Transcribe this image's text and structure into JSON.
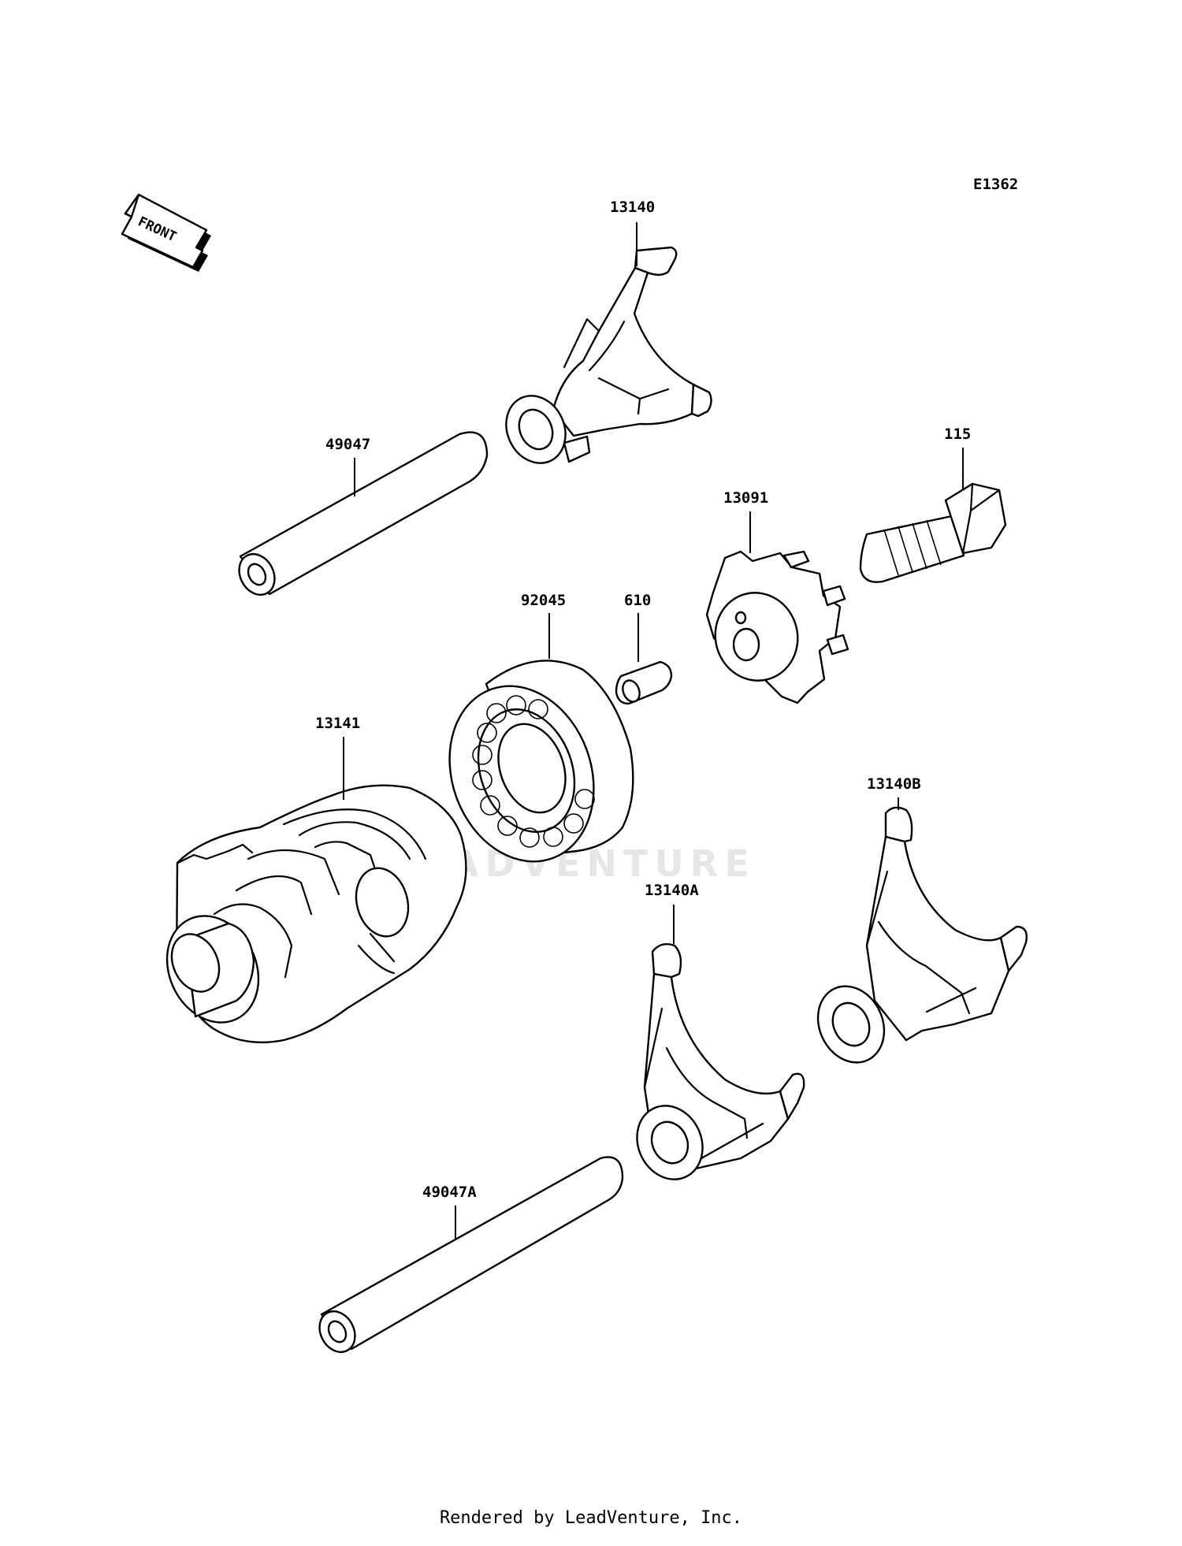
{
  "diagram": {
    "code": "E1362",
    "front_label": "FRONT",
    "watermark": "LEADVENTURE",
    "parts": [
      {
        "ref": "13140"
      },
      {
        "ref": "49047"
      },
      {
        "ref": "115"
      },
      {
        "ref": "13091"
      },
      {
        "ref": "92045"
      },
      {
        "ref": "610"
      },
      {
        "ref": "13141"
      },
      {
        "ref": "13140B"
      },
      {
        "ref": "13140A"
      },
      {
        "ref": "49047A"
      }
    ]
  },
  "footer": {
    "text": "Rendered by LeadVenture, Inc."
  }
}
